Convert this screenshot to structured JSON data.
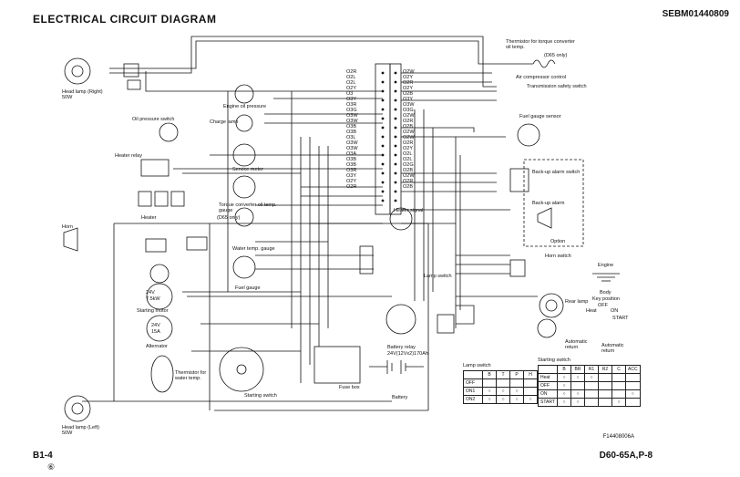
{
  "header": {
    "title": "ELECTRICAL CIRCUIT DIAGRAM",
    "doc_id": "SEBM01440809"
  },
  "footer": {
    "page": "B1-4",
    "revision": "⑥",
    "model": "D60-65A,P-8",
    "figure_id": "F14408006A"
  },
  "components": {
    "head_lamp_right": "Head lamp (Right)\n50W",
    "head_lamp_left": "Head lamp (Left)\n50W",
    "oil_pressure_switch": "Oil pressure switch",
    "heater_relay": "Heater relay",
    "heater": "Heater",
    "horn": "Horn",
    "starting_motor": "Starting motor",
    "alternator": "Alternator",
    "thermistor_water": "Thermistor for\nwater temp.",
    "engine_oil_pressure": "Engine oil pressure",
    "charge_lamp": "Charge lamp",
    "service_meter": "Service meter",
    "torque_converter_gauge": "Torque converter oil temp.\ngauge",
    "d65_only": "(D65 only)",
    "water_temp_gauge": "Water temp. gauge",
    "fuel_gauge": "Fuel gauge",
    "starting_switch": "Starting switch",
    "fuse_box": "Fuse box",
    "battery": "Battery",
    "battery_relay": "Battery relay",
    "battery_spec": "24V(12Vx2)170Ah",
    "heater_signal": "Heater signal",
    "lamp_switch": "Lamp switch",
    "thermistor_torque": "Thermistor for torque converter\noil temp.",
    "d65_only_2": "(D65 only)",
    "air_compressor_control": "Air compressor control",
    "transmission_safety_switch": "Transmission safety switch",
    "fuel_gauge_sensor": "Fuel gauge sensor",
    "backup_alarm_switch": "Back-up alarm switch",
    "backup_alarm": "Back-up alarm",
    "option": "Option",
    "horn_switch": "Horn switch",
    "rear_lamp": "Rear lamp",
    "engine": "Engine",
    "body": "Body",
    "key_position": "Key position",
    "heat": "Heat",
    "off": "OFF",
    "on": "ON",
    "start": "START",
    "automatic_return_1": "Automatic\nreturn",
    "automatic_return_2": "Automatic\nreturn",
    "motor_24v_1": "24V",
    "motor_kw": "7.5kW",
    "alt_24v": "24V",
    "alt_a": "15A"
  },
  "lamp_switch_table": {
    "title": "Lamp switch",
    "columns": [
      "",
      "B",
      "T",
      "P",
      "H"
    ],
    "rows": [
      "OFF",
      "ON1",
      "ON2"
    ]
  },
  "starting_switch_table": {
    "title": "Starting switch",
    "columns": [
      "",
      "B",
      "BR",
      "R1",
      "R2",
      "C",
      "ACC"
    ],
    "rows": [
      "Heat",
      "OFF",
      "ON",
      "START"
    ]
  },
  "connector_left": [
    "O2R",
    "O2L",
    "O2L",
    "O2Y",
    "O3",
    "O3Y",
    "O3R",
    "O3G",
    "O3W",
    "O3W",
    "O3B",
    "O3B",
    "O3L",
    "O3W",
    "O3W",
    "O3A",
    "O3B",
    "O3B",
    "O3R",
    "O3Y",
    "O2Y",
    "O2R"
  ],
  "connector_right": [
    "O2W",
    "O2Y",
    "O2R",
    "O2Y",
    "O2B",
    "O3Y",
    "O3W",
    "O3G",
    "O2W",
    "O2R",
    "O2B",
    "O2W",
    "O2W",
    "O2R",
    "O2Y",
    "O2L",
    "O2L",
    "O2G",
    "O2B",
    "O2W",
    "O2R",
    "O2B"
  ],
  "colors": {
    "ink": "#111111",
    "paper": "#ffffff"
  }
}
